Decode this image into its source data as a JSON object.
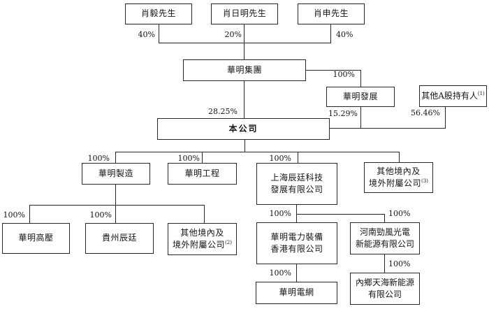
{
  "diagram": {
    "type": "corporate-ownership-structure-chart",
    "background_color": "#ffffff",
    "line_color": "#262626"
  },
  "nodes": {
    "xiao_yi": {
      "label": "肖毅先生"
    },
    "xiao_riming": {
      "label": "肖日明先生"
    },
    "xiao_shen": {
      "label": "肖申先生"
    },
    "huaming_group": {
      "label": "華明集團"
    },
    "huaming_development": {
      "label": "華明發展"
    },
    "other_a_shareholders": {
      "label": "其他A股持有人",
      "sup": "(1)"
    },
    "company": {
      "label": "本公司"
    },
    "huaming_manufacturing": {
      "label": "華明製造"
    },
    "huaming_engineering": {
      "label": "華明工程"
    },
    "shanghai_chenting": {
      "line1": "上海辰廷科技",
      "line2": "發展有限公司"
    },
    "other_subsidiaries_3": {
      "line1": "其他境內及",
      "line2": "境外附屬公司",
      "sup": "(3)"
    },
    "huaming_high_voltage": {
      "label": "華明高壓"
    },
    "guizhou_chenting": {
      "label": "貴州辰廷"
    },
    "other_subsidiaries_2": {
      "line1": "其他境內及",
      "line2": "境外附屬公司",
      "sup": "(2)"
    },
    "huaming_power_hk": {
      "line1": "華明電力裝備",
      "line2": "香港有限公司"
    },
    "henan_jinfeng": {
      "line1": "河南勁風光電",
      "line2": "新能源有限公司"
    },
    "huaming_grid": {
      "label": "華明電網"
    },
    "neixiang_tianhai": {
      "line1": "內鄉天海新能源",
      "line2": "有限公司"
    }
  },
  "percents": {
    "xiao_yi_to_group": "40%",
    "xiao_riming_to_group": "20%",
    "xiao_shen_to_group": "40%",
    "group_to_development": "100%",
    "group_to_company": "28.25%",
    "development_to_company": "15.29%",
    "other_a_to_company": "56.46%",
    "company_to_manufacturing": "100%",
    "company_to_engineering": "100%",
    "company_to_shanghai": "100%",
    "manufacturing_to_high_voltage": "100%",
    "manufacturing_to_guizhou": "100%",
    "shanghai_to_hk": "100%",
    "shanghai_to_henan": "100%",
    "hk_to_grid": "100%",
    "henan_to_neixiang": "100%"
  },
  "edges": [
    {
      "from": "肖毅先生",
      "to": "華明集團",
      "ownership": "40%"
    },
    {
      "from": "肖日明先生",
      "to": "華明集團",
      "ownership": "20%"
    },
    {
      "from": "肖申先生",
      "to": "華明集團",
      "ownership": "40%"
    },
    {
      "from": "華明集團",
      "to": "華明發展",
      "ownership": "100%"
    },
    {
      "from": "華明集團",
      "to": "本公司",
      "ownership": "28.25%"
    },
    {
      "from": "華明發展",
      "to": "本公司",
      "ownership": "15.29%"
    },
    {
      "from": "其他A股持有人(1)",
      "to": "本公司",
      "ownership": "56.46%"
    },
    {
      "from": "本公司",
      "to": "華明製造",
      "ownership": "100%"
    },
    {
      "from": "本公司",
      "to": "華明工程",
      "ownership": "100%"
    },
    {
      "from": "本公司",
      "to": "上海辰廷科技發展有限公司",
      "ownership": "100%"
    },
    {
      "from": "本公司",
      "to": "其他境內及境外附屬公司(3)"
    },
    {
      "from": "華明製造",
      "to": "華明高壓",
      "ownership": "100%"
    },
    {
      "from": "華明製造",
      "to": "貴州辰廷",
      "ownership": "100%"
    },
    {
      "from": "華明製造",
      "to": "其他境內及境外附屬公司(2)"
    },
    {
      "from": "上海辰廷科技發展有限公司",
      "to": "華明電力裝備香港有限公司",
      "ownership": "100%"
    },
    {
      "from": "上海辰廷科技發展有限公司",
      "to": "河南勁風光電新能源有限公司",
      "ownership": "100%"
    },
    {
      "from": "華明電力裝備香港有限公司",
      "to": "華明電網",
      "ownership": "100%"
    },
    {
      "from": "河南勁風光電新能源有限公司",
      "to": "內鄉天海新能源有限公司",
      "ownership": "100%"
    }
  ]
}
